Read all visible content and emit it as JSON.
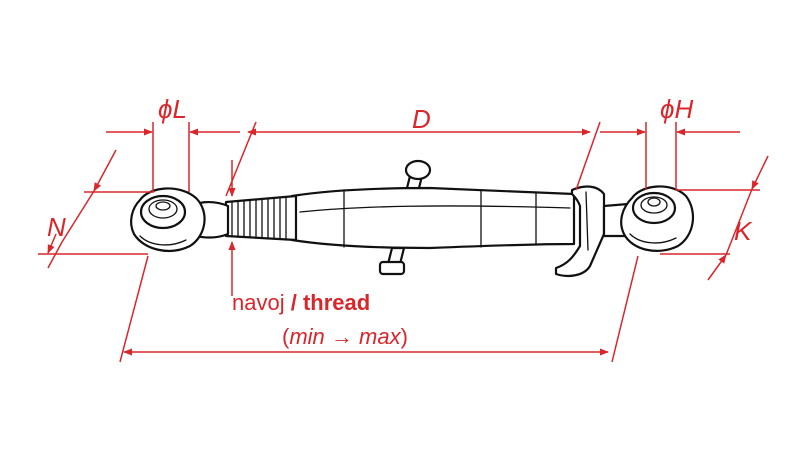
{
  "colors": {
    "dimension": "#d9262b",
    "outline": "#111111",
    "background": "#ffffff"
  },
  "labels": {
    "diam_L": "ϕL",
    "D": "D",
    "diam_H": "ϕH",
    "N": "N",
    "K": "K"
  },
  "thread_note": {
    "local": "navoj",
    "slash": " / ",
    "english": "thread"
  },
  "range_note": {
    "open": "(",
    "min": "min",
    "arrow": " → ",
    "max": "max",
    "close": ")"
  }
}
